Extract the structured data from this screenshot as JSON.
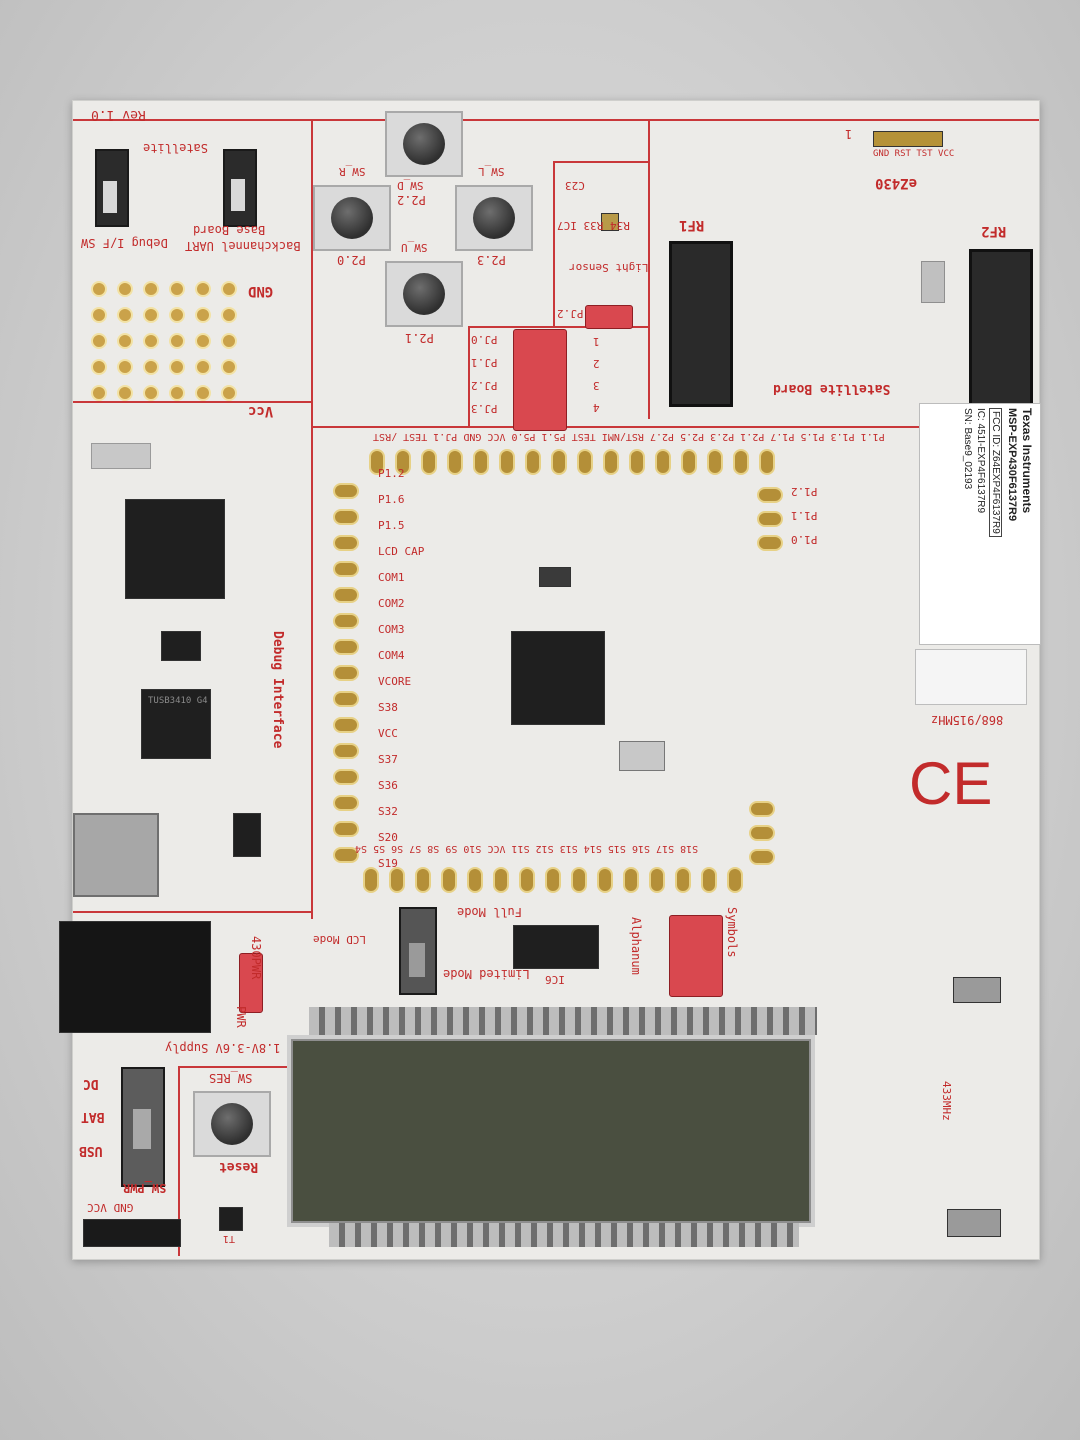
{
  "board": {
    "rev": "Rev 1.0",
    "satellite": "Satellite",
    "base_board": "Base Board",
    "backchannel_uart": "Backchannel UART",
    "debug_if_sw": "Debug I/F SW",
    "gnd": "GND",
    "vcc": "Vcc",
    "debug_interface": "Debug Interface",
    "ez430": "eZ430",
    "ez_pins": "GND RST TST VCC",
    "pin1": "1",
    "rf1": "RF1",
    "rf2": "RF2",
    "satellite_board": "Satellite Board",
    "light_sensor": "Light Sensor",
    "sensor_labels": "R34 R33 IC7",
    "c23": "C23",
    "p12": "PJ.2",
    "pj_labels": [
      "PJ.0",
      "PJ.1",
      "PJ.2",
      "PJ.3"
    ],
    "led_labels": [
      "1",
      "2",
      "3",
      "4"
    ],
    "buttons": [
      {
        "label": "SW_R"
      },
      {
        "label": "SW_D"
      },
      {
        "label": "SW_L"
      },
      {
        "label": "SW_U"
      },
      {
        "label": "P2.0"
      },
      {
        "label": "P2.2"
      },
      {
        "label": "P2.3"
      },
      {
        "label": "P2.1"
      }
    ],
    "top_header": "P1.1 P1.3 P1.5 P1.7 P2.1 P2.3 P2.5 P2.7 RST/NMI TEST P5.1 P5.0 VCC GND PJ.1 TEST /RST",
    "right_header": [
      "P1.2",
      "P1.1",
      "P1.0"
    ],
    "left_labels": [
      "P1.2",
      "P1.6",
      "P1.5",
      "LCD CAP",
      "COM1",
      "COM2",
      "COM3",
      "COM4",
      "VCORE",
      "S38",
      "VCC",
      "S37",
      "S36",
      "S32",
      "S20",
      "S19"
    ],
    "bottom_labels": "S18 S17 S16 S15 S14 S13 S12 S11 VCC S10 S9 S8 S7 S6 S5 S4",
    "lcd_mode": "LCD Mode",
    "full_mode": "Full Mode",
    "limited_mode": "Limited Mode",
    "ic6": "IC6",
    "alphanum": "Alphanum",
    "symbols": "Symbols",
    "pwr_430": "430PWR",
    "pwr": "PWR",
    "supply": "1.8V-3.6V Supply",
    "dc": "DC",
    "bat": "BAT",
    "usb": "USB",
    "sw_pwr": "SW_PWR",
    "sw_res": "SW_RES",
    "reset": "Reset",
    "bottom_pins": "GND VCC",
    "t1": "T1",
    "freq_868": "868/915MHz",
    "freq_433": "433MHz",
    "ce": "CE",
    "chip_marks": "TUSB3410 G4"
  },
  "ti_label": {
    "brand": "Texas Instruments",
    "model": "MSP-EXP430F6137R9",
    "fcc": "FCC ID: Z64EXP4F6137R9",
    "ic": "IC: 451I-EXP4F6137R9",
    "sn": "SN: Base9_02193"
  },
  "colors": {
    "silkscreen": "#c22b2b",
    "board": "#ecebe8",
    "gold": "#caa24a",
    "jumper": "#d9484f",
    "lcd": "#4a4f40"
  }
}
